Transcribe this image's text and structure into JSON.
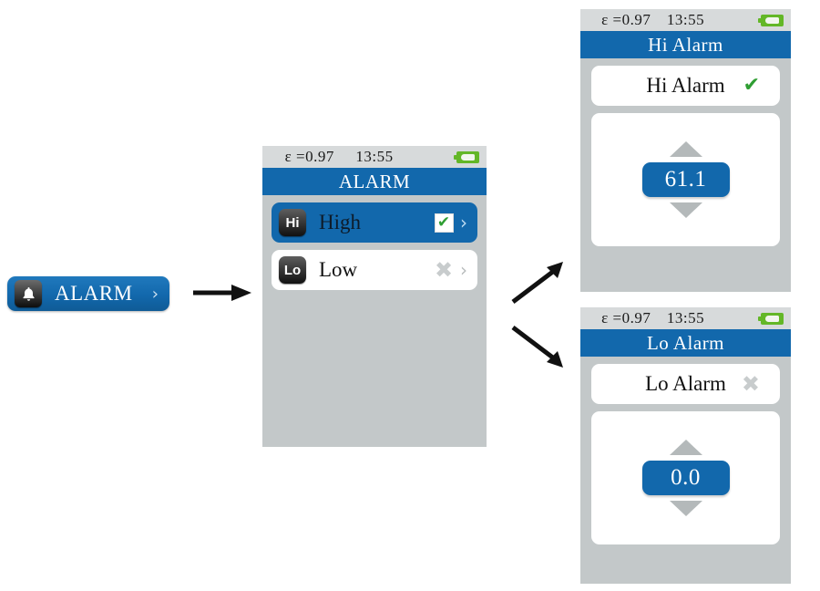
{
  "entry_button": {
    "label": "ALARM",
    "icon": "bell-icon",
    "chevron": "›"
  },
  "status_bar": {
    "emissivity": "ε =0.97",
    "time": "13:55",
    "battery_icon": "battery-icon"
  },
  "screens": {
    "alarm_menu": {
      "title": "ALARM",
      "rows": [
        {
          "badge": "Hi",
          "label": "High",
          "state": "enabled",
          "state_glyph": "✔",
          "chevron": "›",
          "selected": true
        },
        {
          "badge": "Lo",
          "label": "Low",
          "state": "disabled",
          "state_glyph": "✖",
          "chevron": "›",
          "selected": false
        }
      ]
    },
    "hi_alarm": {
      "title": "Hi Alarm",
      "row_label": "Hi Alarm",
      "state": "enabled",
      "state_glyph": "✔",
      "value": "61.1",
      "up_arrow": "increment-arrow",
      "down_arrow": "decrement-arrow"
    },
    "lo_alarm": {
      "title": "Lo Alarm",
      "row_label": "Lo Alarm",
      "state": "disabled",
      "state_glyph": "✖",
      "value": "0.0",
      "up_arrow": "increment-arrow",
      "down_arrow": "decrement-arrow"
    }
  },
  "flow_arrows": [
    {
      "name": "arrow-to-alarm-menu",
      "direction": "right"
    },
    {
      "name": "arrow-to-hi-alarm",
      "direction": "up-right"
    },
    {
      "name": "arrow-to-lo-alarm",
      "direction": "down-right"
    }
  ],
  "colors": {
    "accent_blue": "#1268ac",
    "screen_gray": "#c3c8c9",
    "status_gray": "#d7dadb",
    "enabled_green": "#2f9e33",
    "disabled_gray": "#c8cccd",
    "battery_green": "#63b727"
  }
}
